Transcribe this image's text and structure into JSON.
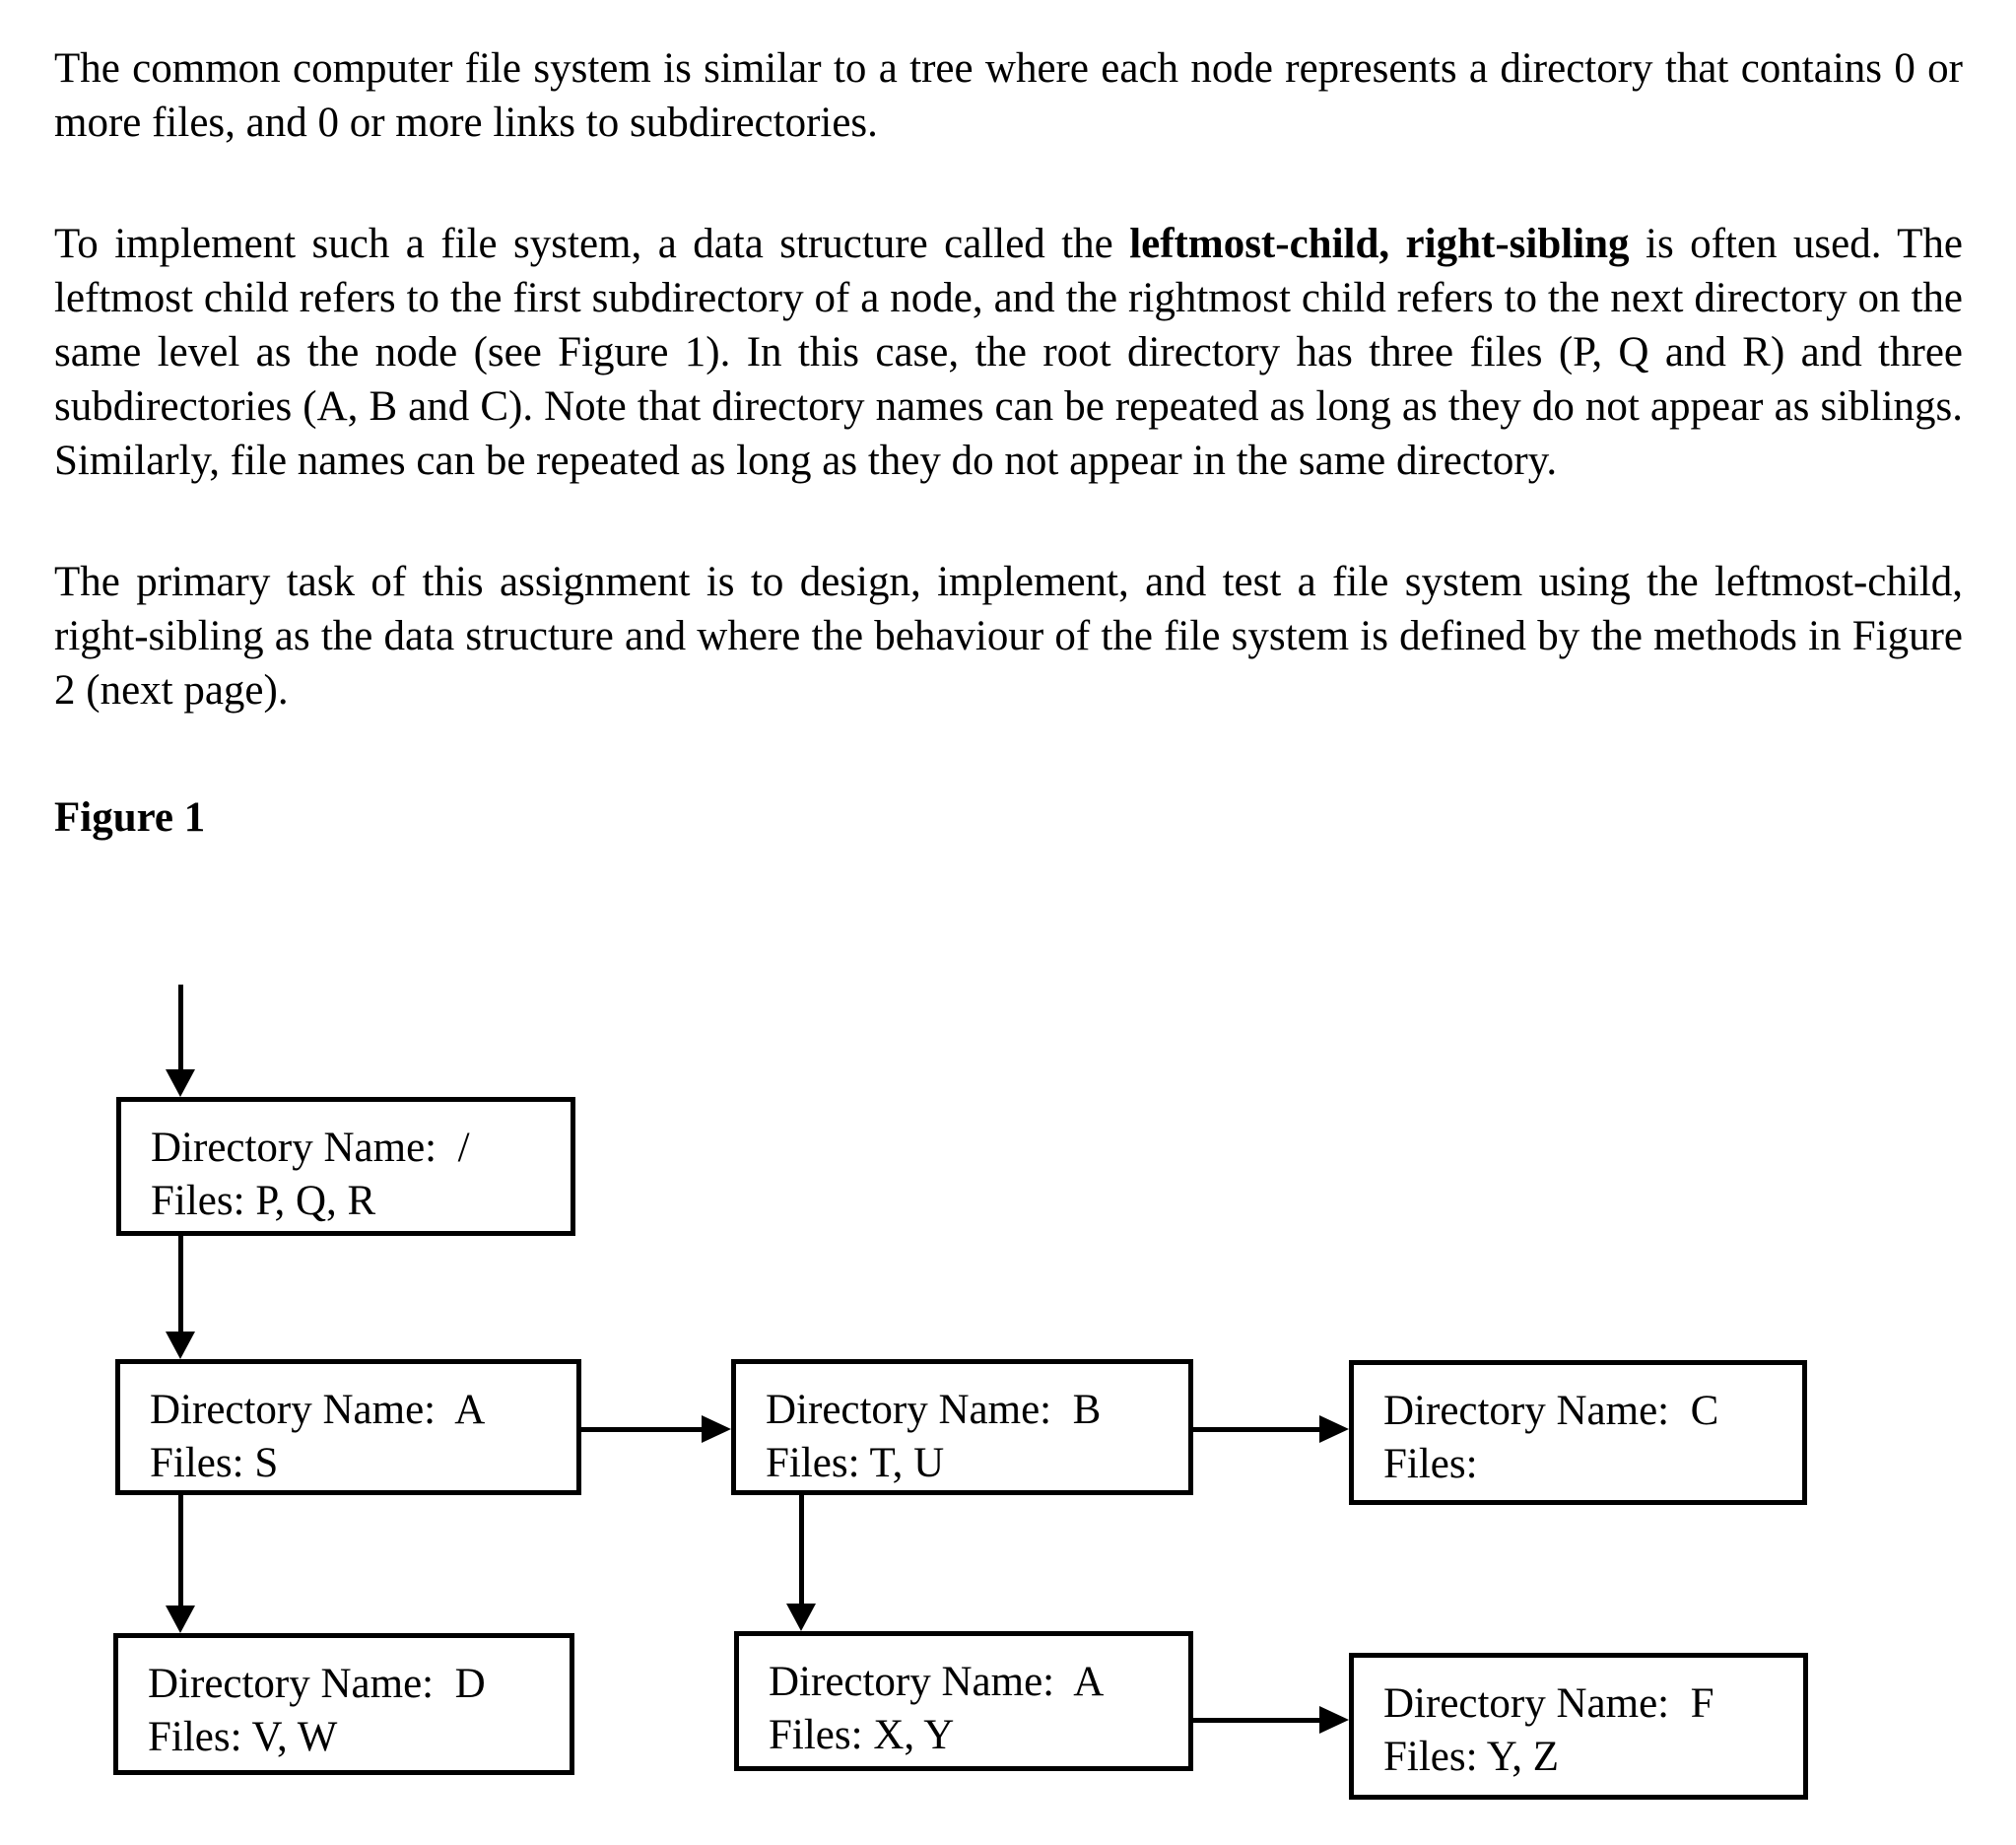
{
  "document": {
    "paragraph1": "The common computer file system is similar to a tree where each node represents a directory that contains 0 or more files, and 0 or more links to subdirectories.",
    "paragraph2_pre": "To implement such a file system, a data structure called the ",
    "paragraph2_bold": "leftmost-child, right-sibling",
    "paragraph2_post": " is often used.  The leftmost child refers to the first subdirectory of a node, and the rightmost child refers to the next directory on the same level as the node (see Figure 1).  In this case, the root directory has three files (P, Q and R) and three subdirectories (A, B and C).  Note that directory names can be repeated as long as they do not appear as siblings.  Similarly, file names can be repeated as long as they do not appear in the same directory.",
    "paragraph3": "The primary task of this assignment is to design, implement, and test a file system using the leftmost-child, right-sibling as the data structure and where the behaviour of the file system is defined by the methods in Figure 2 (next page).",
    "figure_label": "Figure 1"
  },
  "diagram": {
    "nodes": [
      {
        "id": "root",
        "name_line": "Directory Name:  /",
        "files_line": "Files: P, Q, R"
      },
      {
        "id": "A",
        "name_line": "Directory Name:  A",
        "files_line": "Files: S"
      },
      {
        "id": "B",
        "name_line": "Directory Name:  B",
        "files_line": "Files: T, U"
      },
      {
        "id": "C",
        "name_line": "Directory Name:  C",
        "files_line": "Files:"
      },
      {
        "id": "D",
        "name_line": "Directory Name:  D",
        "files_line": "Files: V, W"
      },
      {
        "id": "A2",
        "name_line": "Directory Name:  A",
        "files_line": "Files: X, Y"
      },
      {
        "id": "F",
        "name_line": "Directory Name:  F",
        "files_line": "Files: Y, Z"
      }
    ]
  }
}
